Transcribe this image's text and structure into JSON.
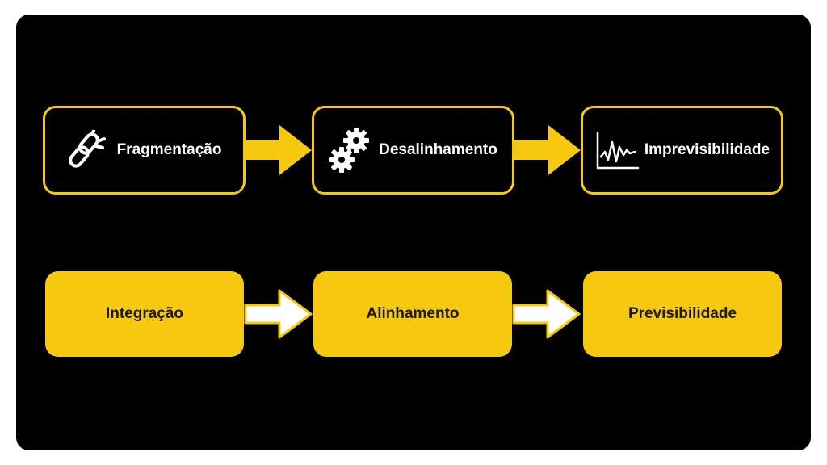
{
  "colors": {
    "accent": "#f6c90e",
    "background": "#000000",
    "text_light": "#ffffff",
    "text_dark": "#1a1a1a",
    "arrow_light": "#ffffff"
  },
  "problems": [
    {
      "label": "Fragmentação",
      "icon": "broken-link-icon"
    },
    {
      "label": "Desalinhamento",
      "icon": "gears-icon"
    },
    {
      "label": "Imprevisibilidade",
      "icon": "volatile-chart-icon"
    }
  ],
  "solutions": [
    {
      "label": "Integração"
    },
    {
      "label": "Alinhamento"
    },
    {
      "label": "Previsibilidade"
    }
  ]
}
